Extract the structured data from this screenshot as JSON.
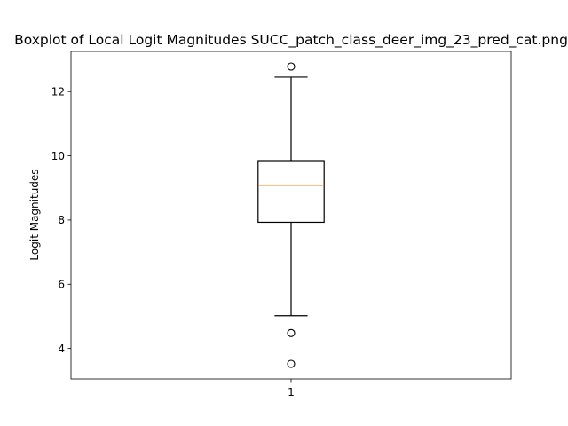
{
  "chart_data": {
    "type": "boxplot",
    "title": "Boxplot of Local Logit Magnitudes SUCC_patch_class_deer_img_23_pred_cat.png",
    "xlabel": "",
    "ylabel": "Logit Magnitudes",
    "categories": [
      "1"
    ],
    "ylim": [
      3.05,
      13.25
    ],
    "yticks": [
      4,
      6,
      8,
      10,
      12
    ],
    "grid": false,
    "boxes": [
      {
        "category": "1",
        "whisker_low": 5.02,
        "q1": 7.93,
        "median": 9.08,
        "q3": 9.85,
        "whisker_high": 12.45,
        "outliers": [
          12.78,
          4.48,
          3.52
        ]
      }
    ],
    "colors": {
      "box": "#000000",
      "median": "#ff7f0e",
      "outlier_edge": "#000000"
    }
  }
}
